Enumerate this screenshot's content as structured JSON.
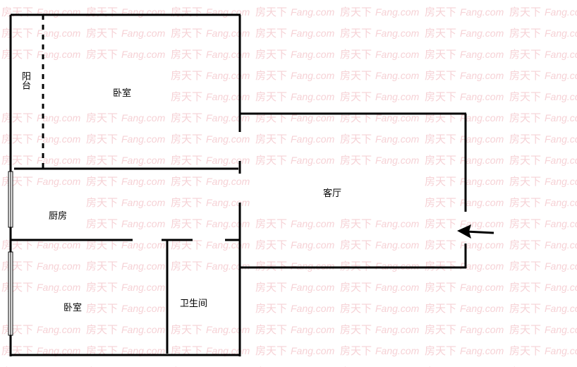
{
  "watermark": {
    "cn": "房天下",
    "en": "Fang.com"
  },
  "rooms": {
    "balcony": "阳台",
    "bedroom_top": "卧室",
    "kitchen": "厨房",
    "living_room": "客厅",
    "bedroom_bottom": "卧室",
    "bathroom": "卫生间"
  },
  "colors": {
    "wall": "#000000",
    "watermark": "#f6d2d6"
  }
}
